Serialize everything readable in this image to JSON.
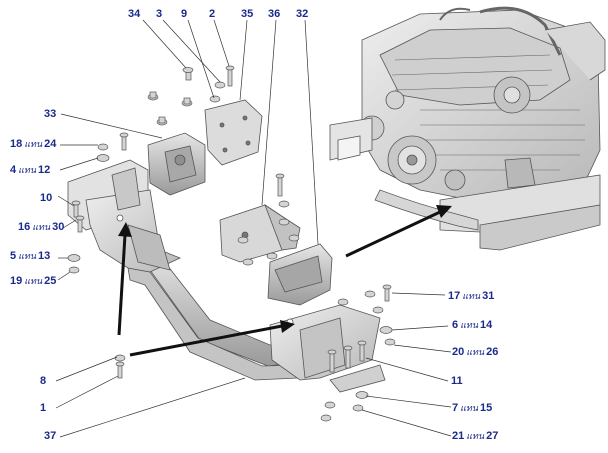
{
  "callouts": {
    "c34": "34",
    "c3": "3",
    "c9": "9",
    "c2": "2",
    "c35": "35",
    "c36": "36",
    "c32": "32",
    "c33": "33",
    "c18": "18",
    "c24": "24",
    "c4": "4",
    "c12": "12",
    "c10": "10",
    "c16": "16",
    "c30": "30",
    "c5": "5",
    "c13": "13",
    "c19": "19",
    "c25": "25",
    "c8": "8",
    "c1": "1",
    "c37": "37",
    "c17": "17",
    "c31": "31",
    "c6": "6",
    "c14": "14",
    "c20": "20",
    "c26": "26",
    "c11": "11",
    "c7": "7",
    "c15": "15",
    "c21": "21",
    "c27": "27",
    "alt": "แทน"
  },
  "colors": {
    "label": "#1a2a8c",
    "line": "#333333",
    "part_fill": "#d9d9d9",
    "part_stroke": "#555555"
  }
}
